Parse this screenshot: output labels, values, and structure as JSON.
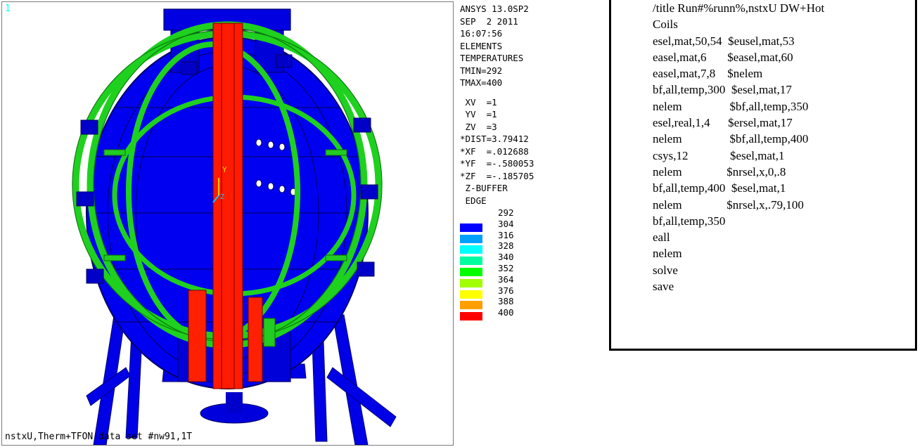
{
  "viewport": {
    "window_number": "1",
    "caption": "nstxU,Therm+TFON data set #nw91,1T",
    "triad_y": "Y",
    "triad_z": "Z"
  },
  "legend": {
    "header": [
      "ANSYS 13.0SP2",
      "SEP  2 2011",
      "16:07:56",
      "ELEMENTS",
      "TEMPERATURES",
      "TMIN=292",
      "TMAX=400"
    ],
    "view_params": [
      " XV  =1",
      " YV  =1",
      " ZV  =3",
      "*DIST=3.79412",
      "*XF  =.012688",
      "*YF  =-.580053",
      "*ZF  =-.185705",
      " Z-BUFFER",
      " EDGE"
    ],
    "scale_top": "292",
    "bands": [
      {
        "label": "304",
        "color": "#0000ff"
      },
      {
        "label": "316",
        "color": "#00a0ff"
      },
      {
        "label": "328",
        "color": "#00ffff"
      },
      {
        "label": "340",
        "color": "#00ffa0"
      },
      {
        "label": "352",
        "color": "#00ff00"
      },
      {
        "label": "364",
        "color": "#a0ff00"
      },
      {
        "label": "376",
        "color": "#ffff00"
      },
      {
        "label": "388",
        "color": "#ffa000"
      },
      {
        "label": "400",
        "color": "#ff0000"
      }
    ]
  },
  "command_box": {
    "lines": [
      "/title Run#%runn%,nstxU DW+Hot",
      "Coils",
      "esel,mat,50,54  $eusel,mat,53",
      "easel,mat,6       $easel,mat,60",
      "easel,mat,7,8    $nelem",
      "bf,all,temp,300  $esel,mat,17",
      "nelem                $bf,all,temp,350",
      "esel,real,1,4      $ersel,mat,17",
      "nelem                $bf,all,temp,400",
      "csys,12              $esel,mat,1",
      "nelem               $nrsel,x,0,.8",
      "bf,all,temp,400  $esel,mat,1",
      "nelem               $nrsel,x,.79,100",
      "bf,all,temp,350",
      "eall",
      "nelem",
      "solve",
      "save"
    ]
  },
  "colors": {
    "blue": "#0000ff",
    "green": "#22cc22",
    "red": "#ff0000",
    "cyan": "#00ffff"
  }
}
